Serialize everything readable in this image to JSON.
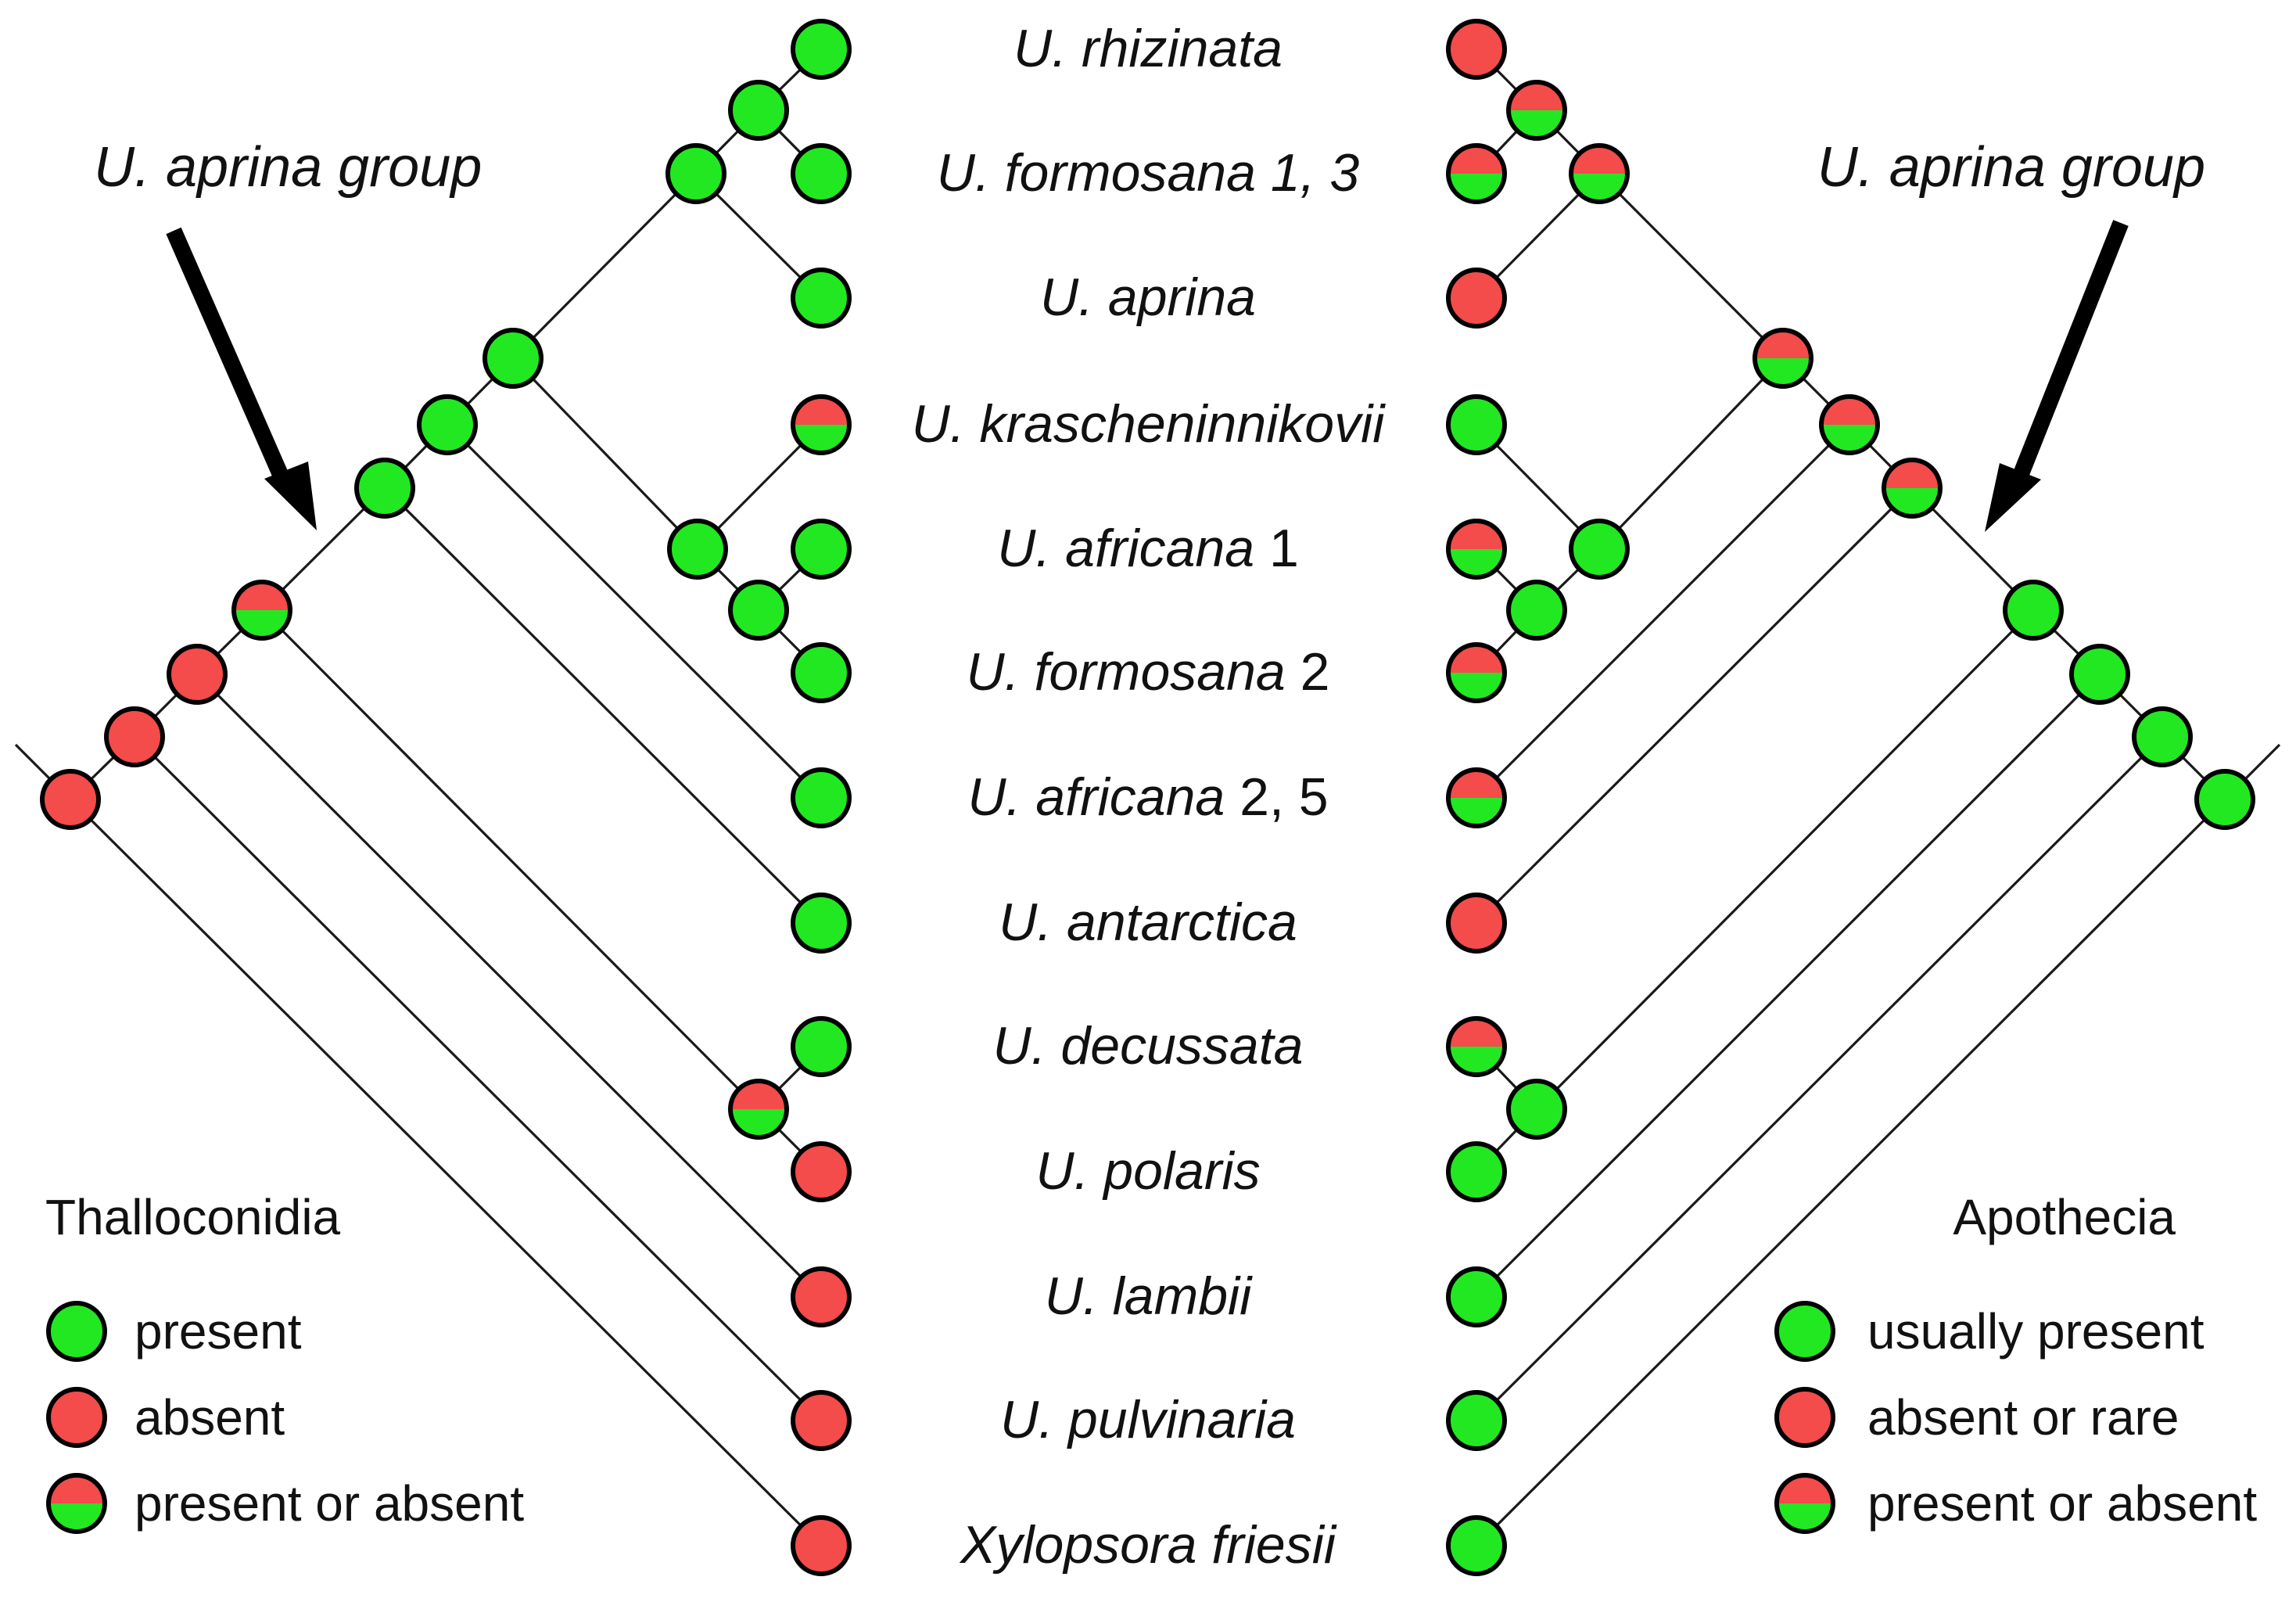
{
  "colors": {
    "present": "#22e822",
    "absent": "#f44b4b",
    "outline": "#000000",
    "line": "#1a1a1a"
  },
  "taxa": [
    {
      "species": "U. rhizinata",
      "suffix": ""
    },
    {
      "species": "U. formosana",
      "suffix": " 1, 3",
      "suffix_italic": true
    },
    {
      "species": "U. aprina",
      "suffix": ""
    },
    {
      "species": "U. krascheninnikovii",
      "suffix": ""
    },
    {
      "species": "U. africana",
      "suffix": " 1"
    },
    {
      "species": "U. formosana",
      "suffix": " 2"
    },
    {
      "species": "U. africana",
      "suffix": " 2, 5"
    },
    {
      "species": "U. antarctica",
      "suffix": ""
    },
    {
      "species": "U. decussata",
      "suffix": ""
    },
    {
      "species": "U. polaris",
      "suffix": ""
    },
    {
      "species": "U. lambii",
      "suffix": ""
    },
    {
      "species": "U. pulvinaria",
      "suffix": ""
    },
    {
      "species": "Xylopsora friesii",
      "suffix": ""
    }
  ],
  "left_panel": {
    "group_label": "U. aprina group",
    "legend": {
      "title": "Thalloconidia",
      "items": [
        {
          "state": "present",
          "label": "present"
        },
        {
          "state": "absent",
          "label": "absent"
        },
        {
          "state": "mixed",
          "label": "present or absent"
        }
      ]
    },
    "tip_states": [
      "present",
      "present",
      "present",
      "mixed",
      "present",
      "present",
      "present",
      "present",
      "present",
      "absent",
      "absent",
      "absent",
      "absent"
    ]
  },
  "right_panel": {
    "group_label": "U. aprina group",
    "legend": {
      "title": "Apothecia",
      "items": [
        {
          "state": "present",
          "label": "usually present"
        },
        {
          "state": "absent",
          "label": "absent or rare"
        },
        {
          "state": "mixed",
          "label": "present or absent"
        }
      ]
    },
    "tip_states": [
      "absent",
      "mixed",
      "absent",
      "present",
      "mixed",
      "mixed",
      "mixed",
      "absent",
      "mixed",
      "present",
      "present",
      "present",
      "present"
    ]
  }
}
